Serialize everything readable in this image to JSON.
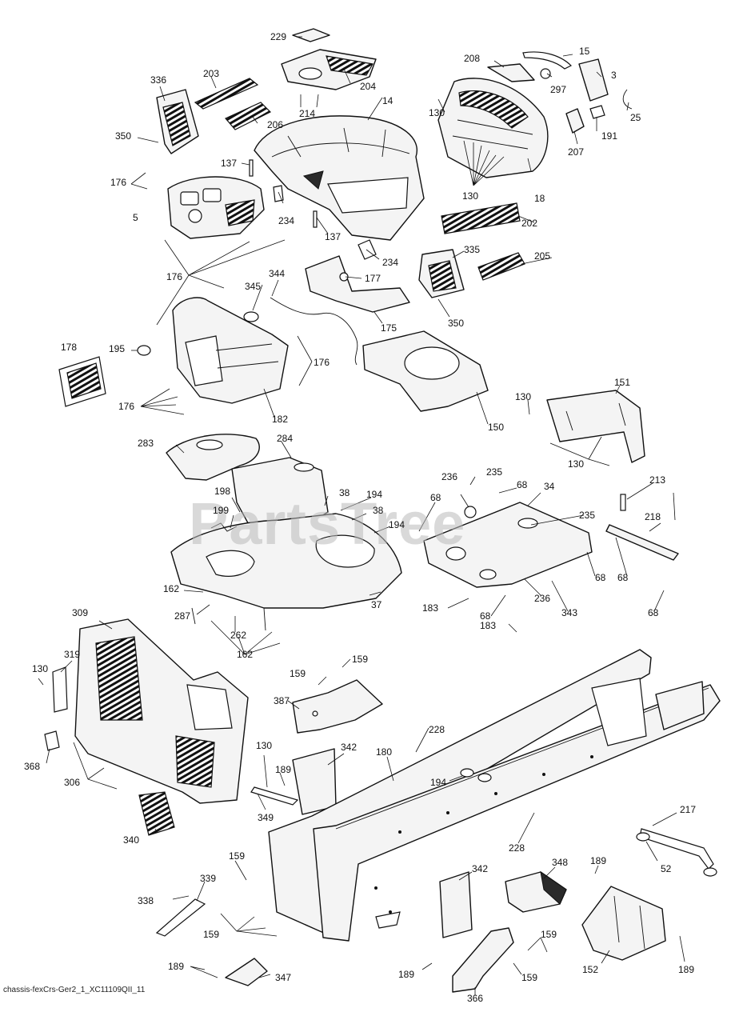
{
  "watermark": "PartsTree",
  "drawing_code": "chassis-fexCrs-Ger2_1_XC11109QII_11",
  "callouts": [
    {
      "id": "c229",
      "text": "229"
    },
    {
      "id": "c204",
      "text": "204"
    },
    {
      "id": "c14",
      "text": "14"
    },
    {
      "id": "c214",
      "text": "214"
    },
    {
      "id": "c203",
      "text": "203"
    },
    {
      "id": "c336",
      "text": "336"
    },
    {
      "id": "c206",
      "text": "206"
    },
    {
      "id": "c350a",
      "text": "350"
    },
    {
      "id": "c208",
      "text": "208"
    },
    {
      "id": "c15",
      "text": "15"
    },
    {
      "id": "c297",
      "text": "297"
    },
    {
      "id": "c3",
      "text": "3"
    },
    {
      "id": "c25",
      "text": "25"
    },
    {
      "id": "c191",
      "text": "191"
    },
    {
      "id": "c207",
      "text": "207"
    },
    {
      "id": "c130a",
      "text": "130"
    },
    {
      "id": "c130b",
      "text": "130"
    },
    {
      "id": "c18",
      "text": "18"
    },
    {
      "id": "c202",
      "text": "202"
    },
    {
      "id": "c137a",
      "text": "137"
    },
    {
      "id": "c176a",
      "text": "176"
    },
    {
      "id": "c5",
      "text": "5"
    },
    {
      "id": "c234a",
      "text": "234"
    },
    {
      "id": "c137b",
      "text": "137"
    },
    {
      "id": "c234b",
      "text": "234"
    },
    {
      "id": "c335",
      "text": "335"
    },
    {
      "id": "c205",
      "text": "205"
    },
    {
      "id": "c176b",
      "text": "176"
    },
    {
      "id": "c345",
      "text": "345"
    },
    {
      "id": "c344",
      "text": "344"
    },
    {
      "id": "c177",
      "text": "177"
    },
    {
      "id": "c175",
      "text": "175"
    },
    {
      "id": "c350b",
      "text": "350"
    },
    {
      "id": "c178",
      "text": "178"
    },
    {
      "id": "c195",
      "text": "195"
    },
    {
      "id": "c176c",
      "text": "176"
    },
    {
      "id": "c176d",
      "text": "176"
    },
    {
      "id": "c182",
      "text": "182"
    },
    {
      "id": "c150",
      "text": "150"
    },
    {
      "id": "c130c",
      "text": "130"
    },
    {
      "id": "c151",
      "text": "151"
    },
    {
      "id": "c130d",
      "text": "130"
    },
    {
      "id": "c283",
      "text": "283"
    },
    {
      "id": "c284",
      "text": "284"
    },
    {
      "id": "c198",
      "text": "198"
    },
    {
      "id": "c199",
      "text": "199"
    },
    {
      "id": "c38a",
      "text": "38"
    },
    {
      "id": "c194a",
      "text": "194"
    },
    {
      "id": "c38b",
      "text": "38"
    },
    {
      "id": "c194b",
      "text": "194"
    },
    {
      "id": "c236a",
      "text": "236"
    },
    {
      "id": "c235a",
      "text": "235"
    },
    {
      "id": "c68a",
      "text": "68"
    },
    {
      "id": "c34",
      "text": "34"
    },
    {
      "id": "c68b",
      "text": "68"
    },
    {
      "id": "c235b",
      "text": "235"
    },
    {
      "id": "c213",
      "text": "213"
    },
    {
      "id": "c218",
      "text": "218"
    },
    {
      "id": "c68c",
      "text": "68"
    },
    {
      "id": "c162a",
      "text": "162"
    },
    {
      "id": "c287",
      "text": "287"
    },
    {
      "id": "c262",
      "text": "262"
    },
    {
      "id": "c37",
      "text": "37"
    },
    {
      "id": "c68d",
      "text": "68"
    },
    {
      "id": "c183a",
      "text": "183"
    },
    {
      "id": "c236b",
      "text": "236"
    },
    {
      "id": "c68e",
      "text": "68"
    },
    {
      "id": "c343",
      "text": "343"
    },
    {
      "id": "c183b",
      "text": "183"
    },
    {
      "id": "c68f",
      "text": "68"
    },
    {
      "id": "c162b",
      "text": "162"
    },
    {
      "id": "c309",
      "text": "309"
    },
    {
      "id": "c319",
      "text": "319"
    },
    {
      "id": "c130e",
      "text": "130"
    },
    {
      "id": "c159a",
      "text": "159"
    },
    {
      "id": "c159b",
      "text": "159"
    },
    {
      "id": "c387",
      "text": "387"
    },
    {
      "id": "c228a",
      "text": "228"
    },
    {
      "id": "c368",
      "text": "368"
    },
    {
      "id": "c306",
      "text": "306"
    },
    {
      "id": "c130f",
      "text": "130"
    },
    {
      "id": "c342a",
      "text": "342"
    },
    {
      "id": "c180",
      "text": "180"
    },
    {
      "id": "c189a",
      "text": "189"
    },
    {
      "id": "c194c",
      "text": "194"
    },
    {
      "id": "c217",
      "text": "217"
    },
    {
      "id": "c349",
      "text": "349"
    },
    {
      "id": "c340",
      "text": "340"
    },
    {
      "id": "c228b",
      "text": "228"
    },
    {
      "id": "c52",
      "text": "52"
    },
    {
      "id": "c159c",
      "text": "159"
    },
    {
      "id": "c339",
      "text": "339"
    },
    {
      "id": "c338",
      "text": "338"
    },
    {
      "id": "c342b",
      "text": "342"
    },
    {
      "id": "c348",
      "text": "348"
    },
    {
      "id": "c189b",
      "text": "189"
    },
    {
      "id": "c159d",
      "text": "159"
    },
    {
      "id": "c159e",
      "text": "159"
    },
    {
      "id": "c189c",
      "text": "189"
    },
    {
      "id": "c347",
      "text": "347"
    },
    {
      "id": "c189d",
      "text": "189"
    },
    {
      "id": "c159f",
      "text": "159"
    },
    {
      "id": "c152",
      "text": "152"
    },
    {
      "id": "c189e",
      "text": "189"
    },
    {
      "id": "c366",
      "text": "366"
    }
  ]
}
